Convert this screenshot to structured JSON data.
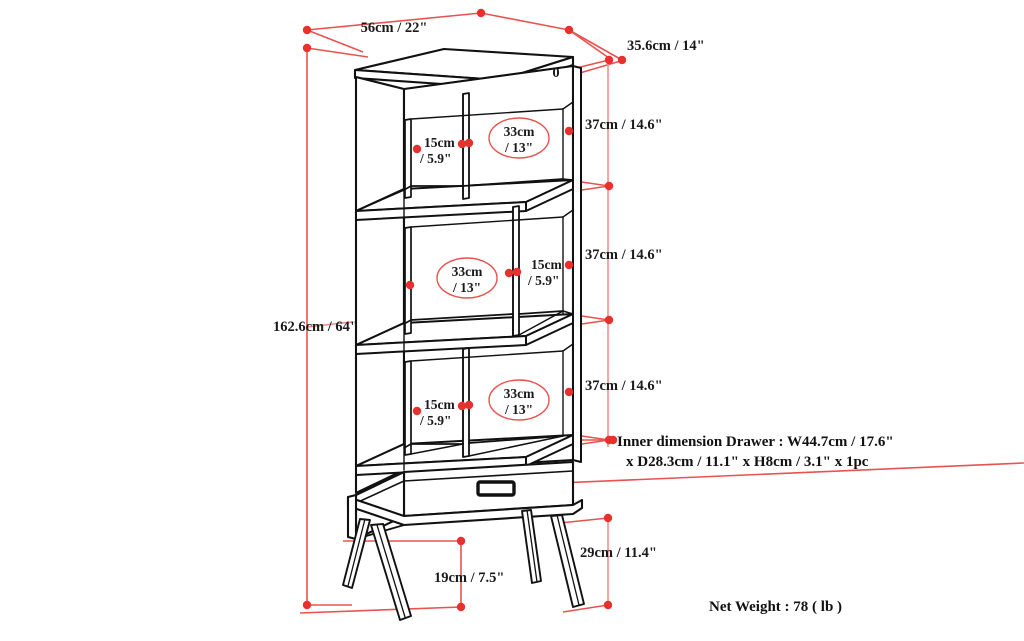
{
  "document": {
    "type": "furniture-dimension-diagram",
    "product": "mid-century bookcase with drawer"
  },
  "dimensions": {
    "width": "56cm / 22\"",
    "depth": "35.6cm / 14\"",
    "height": "162.6cm / 64\"",
    "shelf_height_top": "37cm / 14.6\"",
    "shelf_height_middle": "37cm / 14.6\"",
    "shelf_height_bottom": "37cm / 14.6\"",
    "cubby_narrow_top": "15cm\n/ 5.9\"",
    "cubby_narrow_top_line1": "15cm",
    "cubby_narrow_top_line2": "/ 5.9\"",
    "cubby_wide_top_line1": "33cm",
    "cubby_wide_top_line2": "/ 13\"",
    "cubby_wide_middle_line1": "33cm",
    "cubby_wide_middle_line2": "/ 13\"",
    "cubby_narrow_middle_line1": "15cm",
    "cubby_narrow_middle_line2": "/ 5.9\"",
    "cubby_narrow_bottom_line1": "15cm",
    "cubby_narrow_bottom_line2": "/ 5.9\"",
    "cubby_wide_bottom_line1": "33cm",
    "cubby_wide_bottom_line2": "/ 13\"",
    "leg_clearance": "19cm / 7.5\"",
    "base_height": "29cm / 11.4\""
  },
  "notes": {
    "drawer_line1": "Inner dimension Drawer : W44.7cm / 17.6\"",
    "drawer_line2": "x D28.3cm / 11.1\" x H8cm / 3.1\" x 1pc",
    "net_weight": "Net Weight : 78 ( lb )"
  },
  "markers": {
    "cam_lock": "0"
  },
  "colors": {
    "dimension_red": "#e8534f",
    "dimension_dot": "#e8312c",
    "outline_black": "#111111",
    "background": "#ffffff"
  }
}
